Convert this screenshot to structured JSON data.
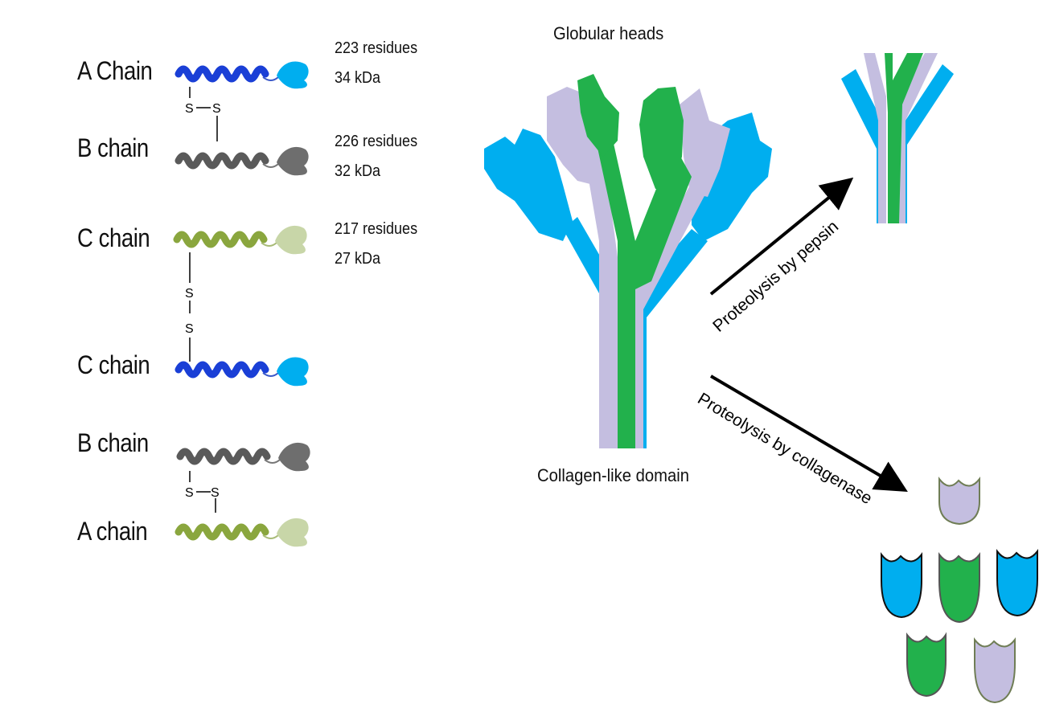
{
  "chains": [
    {
      "label": "A Chain",
      "residues": "223 residues",
      "mass": "34 kDa",
      "color": "blue"
    },
    {
      "label": "B chain",
      "residues": "226 residues",
      "mass": "32 kDa",
      "color": "gray"
    },
    {
      "label": "C chain",
      "residues": "217 residues",
      "mass": "27 kDa",
      "color": "green"
    },
    {
      "label": "C chain",
      "residues": "",
      "mass": "",
      "color": "blue"
    },
    {
      "label": "B chain",
      "residues": "",
      "mass": "",
      "color": "gray"
    },
    {
      "label": "A chain",
      "residues": "",
      "mass": "",
      "color": "green"
    }
  ],
  "bonds": {
    "s": "S"
  },
  "diagram": {
    "globular_heads": "Globular heads",
    "collagen_domain": "Collagen-like domain",
    "pepsin": "Proteolysis by pepsin",
    "collagenase": "Proteolysis by collagenase"
  },
  "colors": {
    "light_blue": "#00aeef",
    "lavender": "#c4bee0",
    "green": "#22b14c",
    "helix_blue": "#1a3fd6",
    "helix_gray": "#5a5a5a",
    "helix_green": "#8aa63e",
    "head_gray": "#6e6e6e",
    "head_green": "#c8d6a8"
  }
}
